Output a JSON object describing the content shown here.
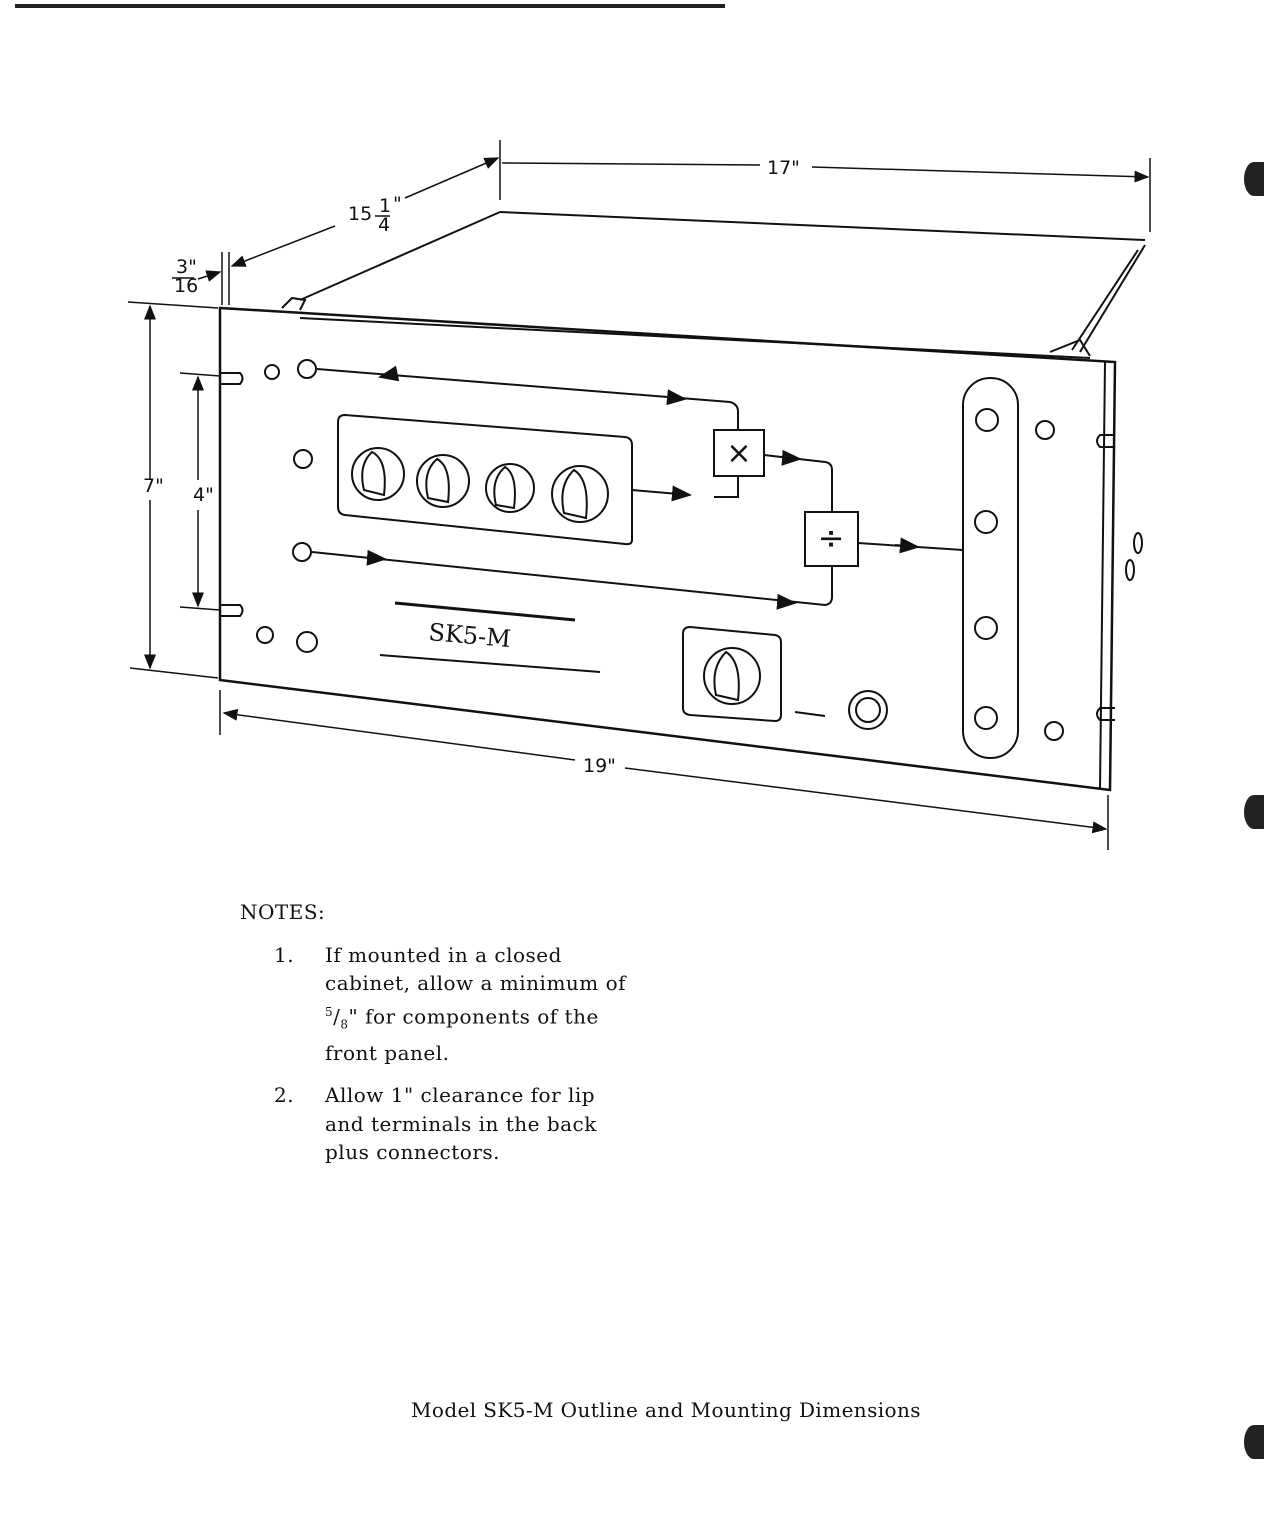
{
  "dimensions": {
    "depth_17": "17\"",
    "depth_15_whole": "15",
    "depth_15_num": "1",
    "depth_15_den": "4",
    "depth_15_mark": "\"",
    "lip_num": "3\"",
    "lip_den": "16",
    "height_7": "7\"",
    "hole_spacing_4": "4\"",
    "width_19": "19\""
  },
  "panel": {
    "maker_label": "SK5-M",
    "multiply_symbol": "×",
    "divide_symbol": "÷"
  },
  "notes": {
    "heading": "NOTES:",
    "items": [
      {
        "num": "1.",
        "pre": "If mounted in a closed cabinet, allow a minimum of ",
        "frac_num": "5",
        "frac_den": "8",
        "post": "\" for components of the front panel."
      },
      {
        "num": "2.",
        "text": "Allow 1\" clearance for lip and terminals in the back plus connectors."
      }
    ]
  },
  "caption": "Model SK5-M Outline and Mounting Dimensions"
}
